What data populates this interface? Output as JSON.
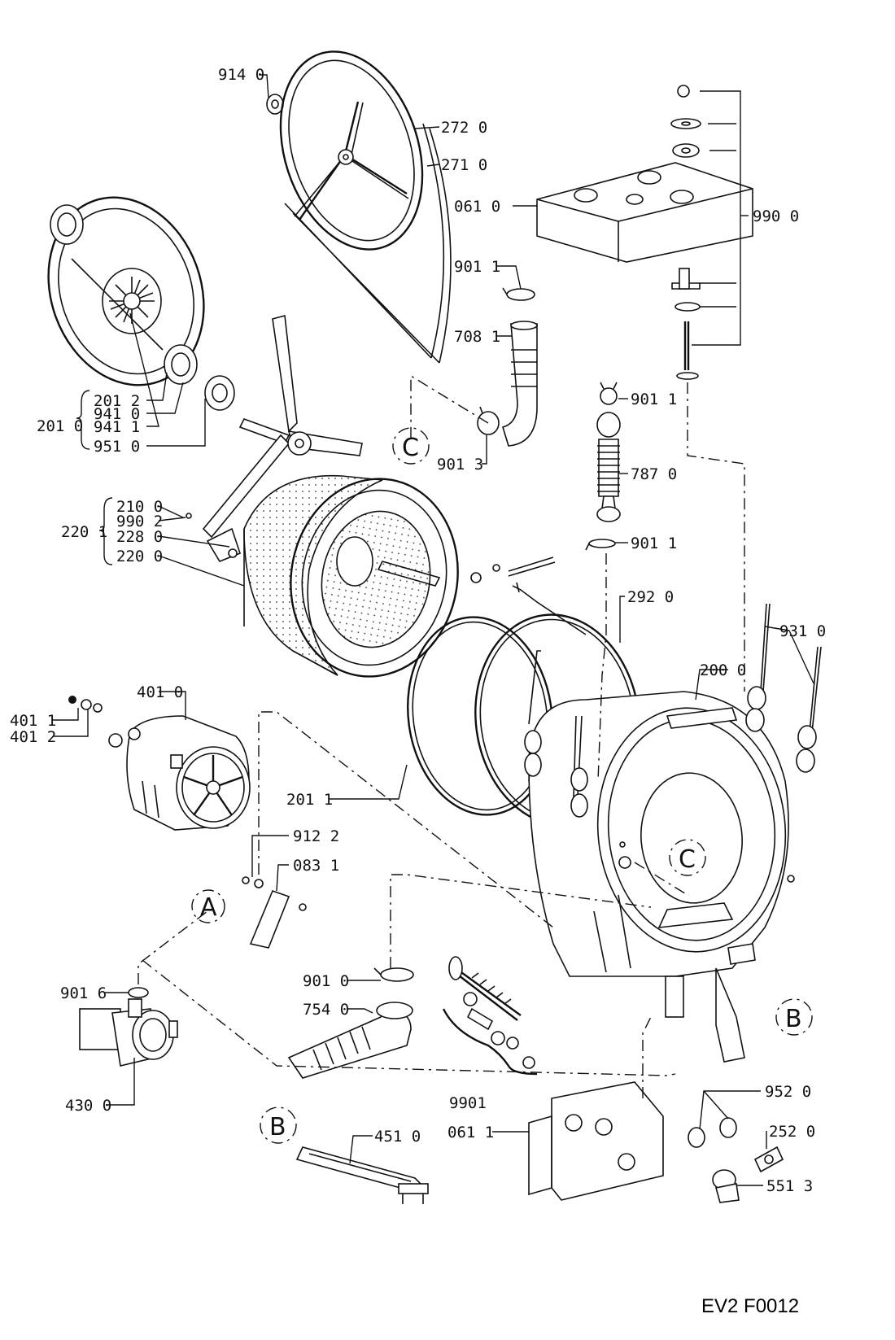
{
  "diagram_code": "EV2 F0012",
  "reference_letters": {
    "a": "A",
    "b": "B",
    "c": "C"
  },
  "labels": {
    "l914_0": "914 0",
    "l272_0": "272 0",
    "l271_0": "271 0",
    "l061_0": "061 0",
    "l990_0": "990 0",
    "l901_1a": "901 1",
    "l708_1": "708 1",
    "l201_0": "201 0",
    "l201_2": "201 2",
    "l941_0": "941 0",
    "l941_1": "941 1",
    "l951_0": "951 0",
    "l901_3": "901 3",
    "l901_1b": "901 1",
    "l787_0": "787 0",
    "l220_1": "220 1",
    "l210_0": "210 0",
    "l990_2": "990 2",
    "l228_0": "228 0",
    "l220_0": "220 0",
    "l901_1c": "901 1",
    "l292_0": "292 0",
    "l931_0": "931 0",
    "l200_0": "200 0",
    "l401_0": "401 0",
    "l401_1": "401 1",
    "l401_2": "401 2",
    "l201_1": "201 1",
    "l912_2": "912 2",
    "l083_1": "083 1",
    "l901_6": "901 6",
    "l901_0": "901 0",
    "l754_0": "754 0",
    "l9901": "9901",
    "l430_0": "430 0",
    "l952_0": "952 0",
    "l252_0": "252 0",
    "l061_1": "061 1",
    "l451_0": "451 0",
    "l551_3": "551 3"
  }
}
